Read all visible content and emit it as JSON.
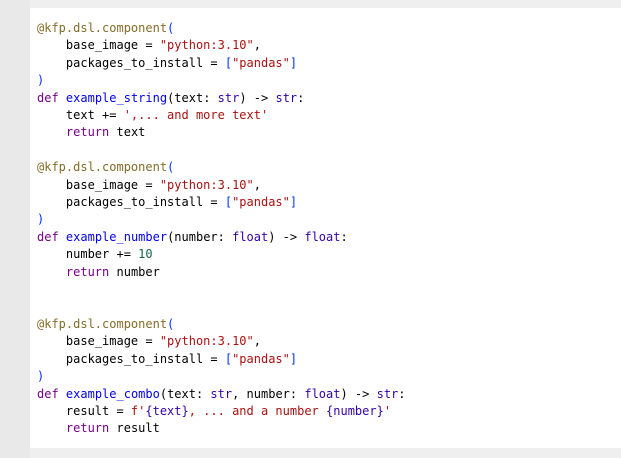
{
  "page": {
    "background": "#efefef",
    "gutter_background": "#e9e9e9",
    "panel_background": "#ffffff"
  },
  "palette": {
    "decorator": "#836C28",
    "keyword": "#770088",
    "func": "#0000EE",
    "builtin": "#3300AA",
    "string": "#AA1111",
    "number": "#116644",
    "bracket": "#0431FA",
    "plain": "#000000"
  },
  "code": {
    "language": "python",
    "lines": [
      [
        {
          "t": "@kfp.dsl.component",
          "c": "decorator"
        },
        {
          "t": "(",
          "c": "bracket"
        }
      ],
      [
        {
          "t": "    base_image = ",
          "c": "plain"
        },
        {
          "t": "\"python:3.10\"",
          "c": "string"
        },
        {
          "t": ",",
          "c": "plain"
        }
      ],
      [
        {
          "t": "    packages_to_install = ",
          "c": "plain"
        },
        {
          "t": "[",
          "c": "bracket"
        },
        {
          "t": "\"pandas\"",
          "c": "string"
        },
        {
          "t": "]",
          "c": "bracket"
        }
      ],
      [
        {
          "t": ")",
          "c": "bracket"
        }
      ],
      [
        {
          "t": "def",
          "c": "keyword"
        },
        {
          "t": " ",
          "c": "plain"
        },
        {
          "t": "example_string",
          "c": "func"
        },
        {
          "t": "(text: ",
          "c": "plain"
        },
        {
          "t": "str",
          "c": "builtin"
        },
        {
          "t": ") -> ",
          "c": "plain"
        },
        {
          "t": "str",
          "c": "builtin"
        },
        {
          "t": ":",
          "c": "plain"
        }
      ],
      [
        {
          "t": "    text += ",
          "c": "plain"
        },
        {
          "t": "',... and more text'",
          "c": "string"
        }
      ],
      [
        {
          "t": "    ",
          "c": "plain"
        },
        {
          "t": "return",
          "c": "keyword"
        },
        {
          "t": " text",
          "c": "plain"
        }
      ],
      [],
      [
        {
          "t": "@kfp.dsl.component",
          "c": "decorator"
        },
        {
          "t": "(",
          "c": "bracket"
        }
      ],
      [
        {
          "t": "    base_image = ",
          "c": "plain"
        },
        {
          "t": "\"python:3.10\"",
          "c": "string"
        },
        {
          "t": ",",
          "c": "plain"
        }
      ],
      [
        {
          "t": "    packages_to_install = ",
          "c": "plain"
        },
        {
          "t": "[",
          "c": "bracket"
        },
        {
          "t": "\"pandas\"",
          "c": "string"
        },
        {
          "t": "]",
          "c": "bracket"
        }
      ],
      [
        {
          "t": ")",
          "c": "bracket"
        }
      ],
      [
        {
          "t": "def",
          "c": "keyword"
        },
        {
          "t": " ",
          "c": "plain"
        },
        {
          "t": "example_number",
          "c": "func"
        },
        {
          "t": "(number: ",
          "c": "plain"
        },
        {
          "t": "float",
          "c": "builtin"
        },
        {
          "t": ") -> ",
          "c": "plain"
        },
        {
          "t": "float",
          "c": "builtin"
        },
        {
          "t": ":",
          "c": "plain"
        }
      ],
      [
        {
          "t": "    number += ",
          "c": "plain"
        },
        {
          "t": "10",
          "c": "number"
        }
      ],
      [
        {
          "t": "    ",
          "c": "plain"
        },
        {
          "t": "return",
          "c": "keyword"
        },
        {
          "t": " number",
          "c": "plain"
        }
      ],
      [],
      [],
      [
        {
          "t": "@kfp.dsl.component",
          "c": "decorator"
        },
        {
          "t": "(",
          "c": "bracket"
        }
      ],
      [
        {
          "t": "    base_image = ",
          "c": "plain"
        },
        {
          "t": "\"python:3.10\"",
          "c": "string"
        },
        {
          "t": ",",
          "c": "plain"
        }
      ],
      [
        {
          "t": "    packages_to_install = ",
          "c": "plain"
        },
        {
          "t": "[",
          "c": "bracket"
        },
        {
          "t": "\"pandas\"",
          "c": "string"
        },
        {
          "t": "]",
          "c": "bracket"
        }
      ],
      [
        {
          "t": ")",
          "c": "bracket"
        }
      ],
      [
        {
          "t": "def",
          "c": "keyword"
        },
        {
          "t": " ",
          "c": "plain"
        },
        {
          "t": "example_combo",
          "c": "func"
        },
        {
          "t": "(text: ",
          "c": "plain"
        },
        {
          "t": "str",
          "c": "builtin"
        },
        {
          "t": ", number: ",
          "c": "plain"
        },
        {
          "t": "float",
          "c": "builtin"
        },
        {
          "t": ") -> ",
          "c": "plain"
        },
        {
          "t": "str",
          "c": "builtin"
        },
        {
          "t": ":",
          "c": "plain"
        }
      ],
      [
        {
          "t": "    result = ",
          "c": "plain"
        },
        {
          "t": "f'",
          "c": "string"
        },
        {
          "t": "{text}",
          "c": "builtin"
        },
        {
          "t": ", ... and a number ",
          "c": "string"
        },
        {
          "t": "{number}",
          "c": "builtin"
        },
        {
          "t": "'",
          "c": "string"
        }
      ],
      [
        {
          "t": "    ",
          "c": "plain"
        },
        {
          "t": "return",
          "c": "keyword"
        },
        {
          "t": " result",
          "c": "plain"
        }
      ]
    ]
  }
}
